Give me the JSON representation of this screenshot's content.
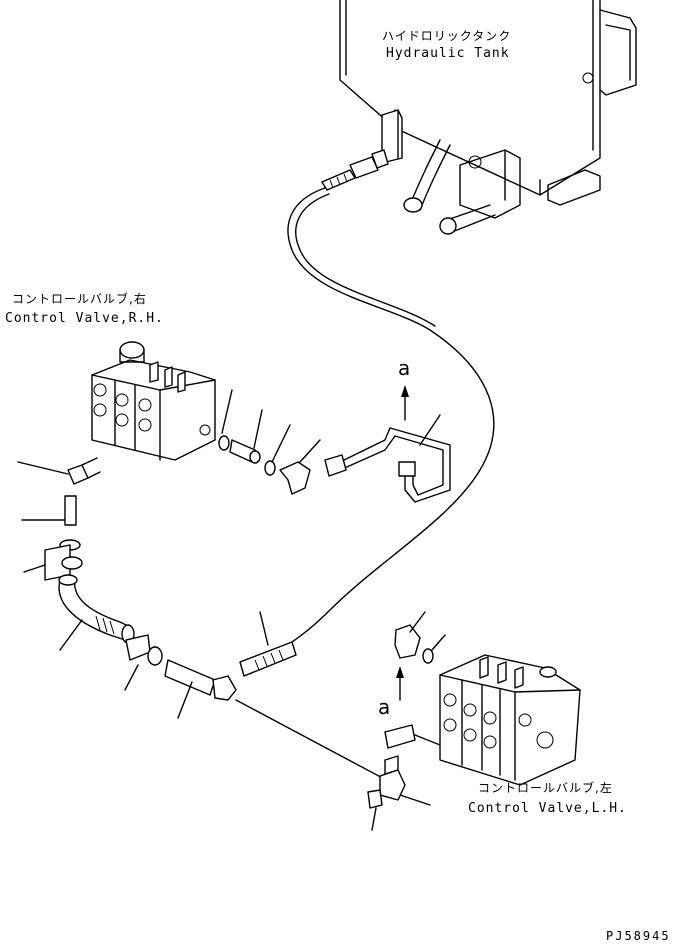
{
  "labels": {
    "tank_jp": "ハイドロリックタンク",
    "tank_en": "Hydraulic Tank",
    "valve_rh_jp": "コントロールバルブ,右",
    "valve_rh_en": "Control Valve,R.H.",
    "valve_lh_jp": "コントロールバルブ,左",
    "valve_lh_en": "Control Valve,L.H.",
    "view_a_top": "a",
    "view_a_bottom": "a",
    "drawing_code": "PJ58945"
  }
}
